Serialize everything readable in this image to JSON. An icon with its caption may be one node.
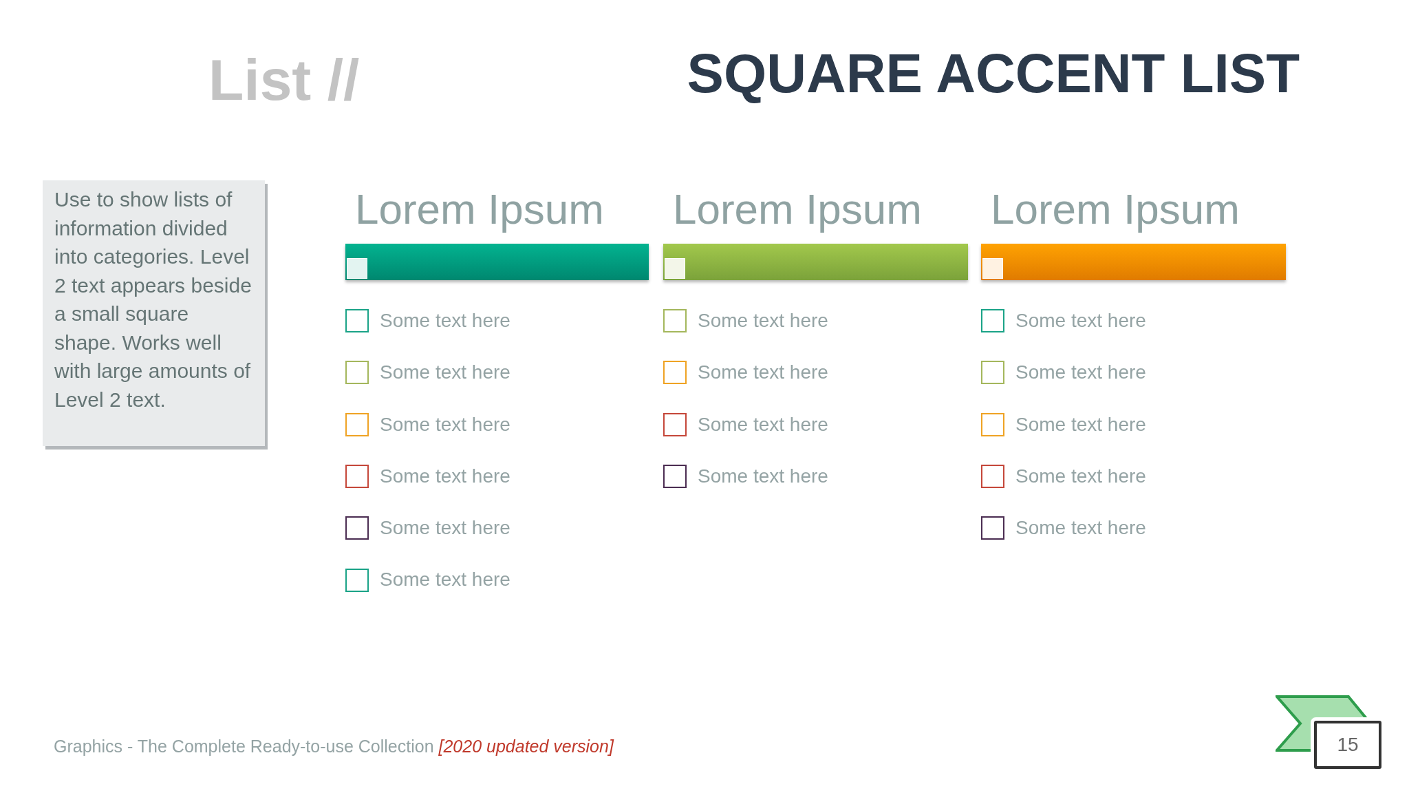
{
  "diagram": {
    "title": "SQUARE ACCENT LIST",
    "nodes": [
      {
        "text": [
          "Use to show lists of information divided into categories. Level 2 text appears beside a small square shape. Works well with large amounts of Level 2 text."
        ]
      },
      {
        "text": [
          "Lorem Ipsum"
        ]
      },
      {
        "text": [
          "Lorem Ipsum"
        ]
      },
      {
        "text": [
          "Lorem Ipsum"
        ]
      },
      {
        "text": [
          "15"
        ]
      }
    ],
    "labels": [
      "List //",
      "Some text here",
      "Some text here",
      "Some text here",
      "Some text here",
      "Some text here",
      "Some text here",
      "Some text here",
      "Some text here",
      "Some text here",
      "Some text here",
      "Some text here",
      "Some text here",
      "Some text here",
      "Some text here",
      "Some text here",
      "Graphics - The Complete Ready-to-use Collection *[2020 updated version]*"
    ]
  }
}
